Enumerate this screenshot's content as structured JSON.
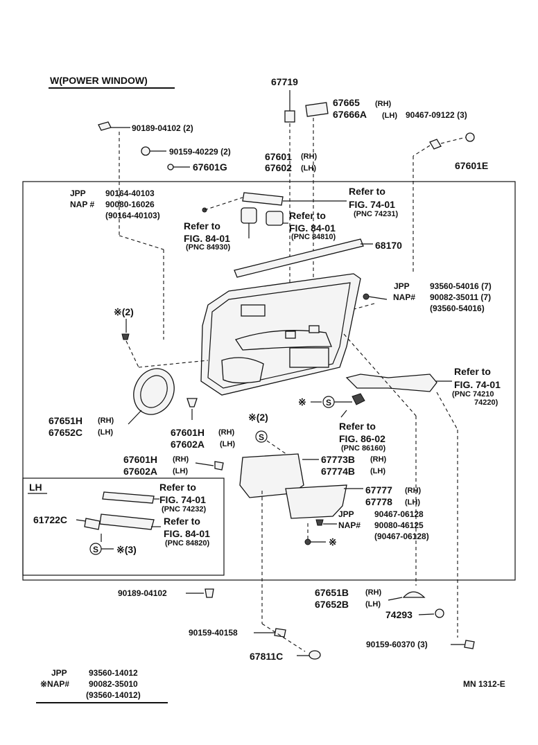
{
  "title": "W(POWER WINDOW)",
  "footer_code": "MN 1312-E",
  "labels": {
    "p67719": "67719",
    "p67665": "67665",
    "p67665_rh": "(RH)",
    "p67666A": "67666A",
    "p67666A_lh": "(LH)",
    "p90467_09122": "90467-09122 (3)",
    "p90189_04102_2": "90189-04102 (2)",
    "p90159_40229_2": "90159-40229 (2)",
    "p67601G": "67601G",
    "p67601": "67601",
    "p67601_rh": "(RH)",
    "p67602": "67602",
    "p67602_lh": "(LH)",
    "p67601E": "67601E",
    "jpp1_a": "JPP",
    "jpp1_a_val": "90164-40103",
    "jpp1_b": "NAP #",
    "jpp1_b_val": "90080-16026",
    "jpp1_c": "(90164-40103)",
    "ref1_a": "Refer to",
    "ref1_b": "FIG. 74-01",
    "ref1_c": "(PNC 74231)",
    "ref2_a": "Refer to",
    "ref2_b": "FIG. 84-01",
    "ref2_c": "(PNC 84810)",
    "ref3_a": "Refer to",
    "ref3_b": "FIG. 84-01",
    "ref3_c": "(PNC 84930)",
    "p68170": "68170",
    "jpp2_a": "JPP",
    "jpp2_a_val": "93560-54016 (7)",
    "jpp2_b": "NAP#",
    "jpp2_b_val": "90082-35011 (7)",
    "jpp2_c": "(93560-54016)",
    "note_2a": "※(2)",
    "ref4_a": "Refer to",
    "ref4_b": "FIG. 74-01",
    "ref4_c": "(PNC 74210",
    "ref4_d": "74220)",
    "p67651H": "67651H",
    "p67651H_rh": "(RH)",
    "p67652C": "67652C",
    "p67652C_lh": "(LH)",
    "p67601H_a": "67601H",
    "p67601H_a_rh": "(RH)",
    "p67602A_a": "67602A",
    "p67602A_a_lh": "(LH)",
    "note_2b": "※(2)",
    "s_mark_a": "※",
    "s_mark_b": "S",
    "ref5_a": "Refer to",
    "ref5_b": "FIG. 86-02",
    "ref5_c": "(PNC 86160)",
    "p67601H_b": "67601H",
    "p67601H_b_rh": "(RH)",
    "p67602A_b": "67602A",
    "p67602A_b_lh": "(LH)",
    "p67773B": "67773B",
    "p67773B_rh": "(RH)",
    "p67774B": "67774B",
    "p67774B_lh": "(LH)",
    "p67777": "67777",
    "p67777_rh": "(RH)",
    "p67778": "67778",
    "p67778_lh": "(LH)",
    "jpp3_a": "JPP",
    "jpp3_a_val": "90467-06128",
    "jpp3_b": "NAP#",
    "jpp3_b_val": "90080-46125",
    "jpp3_c": "(90467-06128)",
    "lh_box_title": "LH",
    "ref6_a": "Refer to",
    "ref6_b": "FIG. 74-01",
    "ref6_c": "(PNC 74232)",
    "p61722C": "61722C",
    "ref7_a": "Refer to",
    "ref7_b": "FIG. 84-01",
    "ref7_c": "(PNC 84820)",
    "s_note_3": "※(3)",
    "p90189_04102": "90189-04102",
    "p67651B": "67651B",
    "p67651B_rh": "(RH)",
    "p67652B": "67652B",
    "p67652B_lh": "(LH)",
    "p74293": "74293",
    "p90159_40158": "90159-40158",
    "p67811C": "67811C",
    "p90159_60370": "90159-60370 (3)",
    "legend_jpp": "JPP",
    "legend_jpp_val": "93560-14012",
    "legend_nap": "※NAP#",
    "legend_nap_val": "90082-35010",
    "legend_paren": "(93560-14012)"
  }
}
